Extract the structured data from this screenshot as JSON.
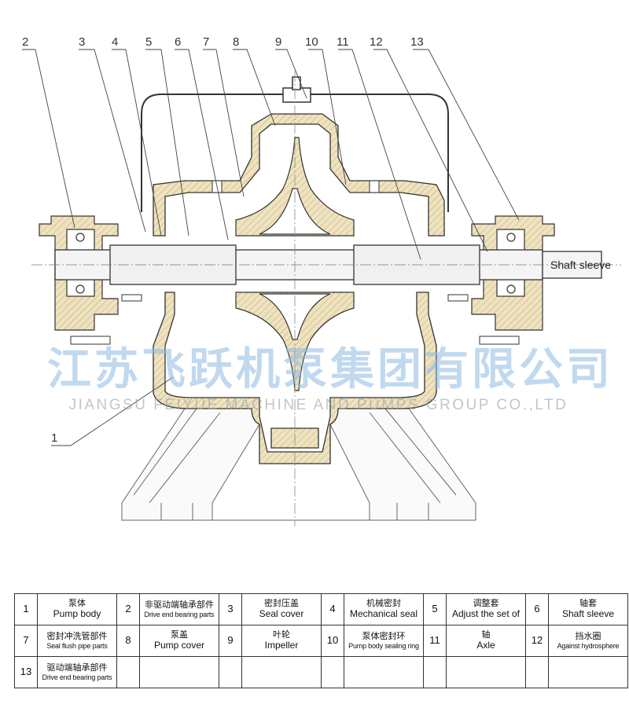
{
  "callouts": [
    "2",
    "3",
    "4",
    "5",
    "6",
    "7",
    "8",
    "9",
    "10",
    "11",
    "12",
    "13",
    "1"
  ],
  "drawing_labels": {
    "shaft_sleeve": "Shaft sleeve"
  },
  "watermark": {
    "cn": "江苏飞跃机泵集团有限公司",
    "en": "JIANGSU FEIYUE MACHINE AND PUMPS GROUP CO.,LTD"
  },
  "colors": {
    "section_fill": "#efe3bf",
    "line": "#333333",
    "watermark": "#8cb9e1"
  },
  "parts": [
    {
      "no": "1",
      "cn": "泵体",
      "en": "Pump body"
    },
    {
      "no": "2",
      "cn": "非驱动端轴承部件",
      "en": "Drive end bearing parts"
    },
    {
      "no": "3",
      "cn": "密封压盖",
      "en": "Seal cover"
    },
    {
      "no": "4",
      "cn": "机械密封",
      "en": "Mechanical seal"
    },
    {
      "no": "5",
      "cn": "调整套",
      "en": "Adjust the set of"
    },
    {
      "no": "6",
      "cn": "轴套",
      "en": "Shaft sleeve"
    },
    {
      "no": "7",
      "cn": "密封冲洗管部件",
      "en": "Seal flush pipe parts"
    },
    {
      "no": "8",
      "cn": "泵盖",
      "en": "Pump cover"
    },
    {
      "no": "9",
      "cn": "叶轮",
      "en": "Impeller"
    },
    {
      "no": "10",
      "cn": "泵体密封环",
      "en": "Pump body sealing ring"
    },
    {
      "no": "11",
      "cn": "轴",
      "en": "Axle"
    },
    {
      "no": "12",
      "cn": "挡水圈",
      "en": "Against hydrosphere"
    },
    {
      "no": "13",
      "cn": "驱动端轴承部件",
      "en": "Drive end bearing parts"
    }
  ]
}
